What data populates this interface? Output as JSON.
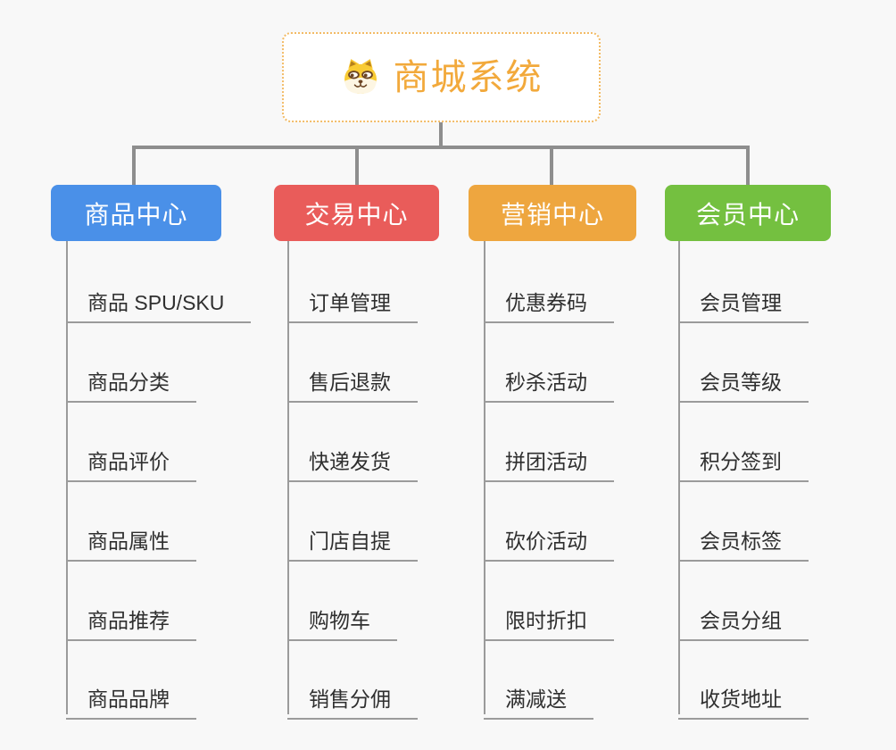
{
  "root": {
    "title": "商城系统",
    "icon": "shiba-dog-icon",
    "title_color": "#f2a93b",
    "border_color": "#f2bb66"
  },
  "colors": {
    "background": "#f8f8f8",
    "connector": "#8e8e8e",
    "leaf_line": "#9b9b9b",
    "leaf_text": "#2f2f2f"
  },
  "branches": [
    {
      "label": "商品中心",
      "color": "#4a90e8",
      "items": [
        "商品 SPU/SKU",
        "商品分类",
        "商品评价",
        "商品属性",
        "商品推荐",
        "商品品牌"
      ]
    },
    {
      "label": "交易中心",
      "color": "#e95c5a",
      "items": [
        "订单管理",
        "售后退款",
        "快递发货",
        "门店自提",
        "购物车",
        "销售分佣"
      ]
    },
    {
      "label": "营销中心",
      "color": "#eea63f",
      "items": [
        "优惠券码",
        "秒杀活动",
        "拼团活动",
        "砍价活动",
        "限时折扣",
        "满减送"
      ]
    },
    {
      "label": "会员中心",
      "color": "#74c040",
      "items": [
        "会员管理",
        "会员等级",
        "积分签到",
        "会员标签",
        "会员分组",
        "收货地址"
      ]
    }
  ]
}
